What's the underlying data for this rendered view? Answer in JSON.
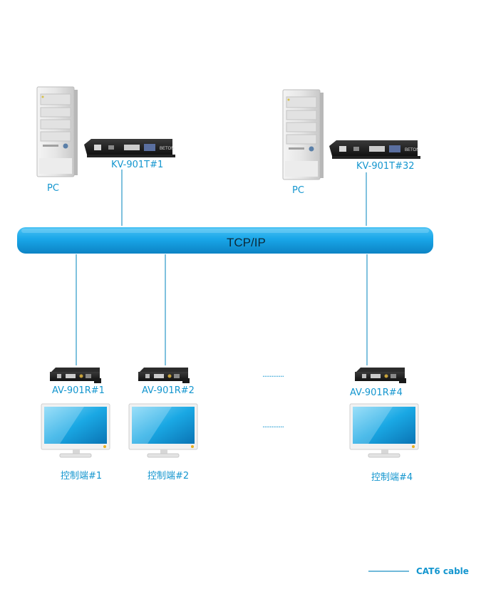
{
  "network": {
    "label": "TCP/IP"
  },
  "senders": [
    {
      "pc_label": "PC",
      "device_label": "KV-901T#1"
    },
    {
      "pc_label": "PC",
      "device_label": "KV-901T#32"
    }
  ],
  "receivers": [
    {
      "device_label": "AV-901R#1",
      "station_label": "控制端#1"
    },
    {
      "device_label": "AV-901R#2",
      "station_label": "控制端#2"
    },
    {
      "device_label": "AV-901R#4",
      "station_label": "控制端#4"
    }
  ],
  "ellipsis": "............",
  "legend": {
    "label": "CAT6 cable",
    "color": "#1b8fc4"
  },
  "colors": {
    "bus": "#1ba3e3",
    "line": "#2a98c8",
    "label": "#1496cf"
  }
}
